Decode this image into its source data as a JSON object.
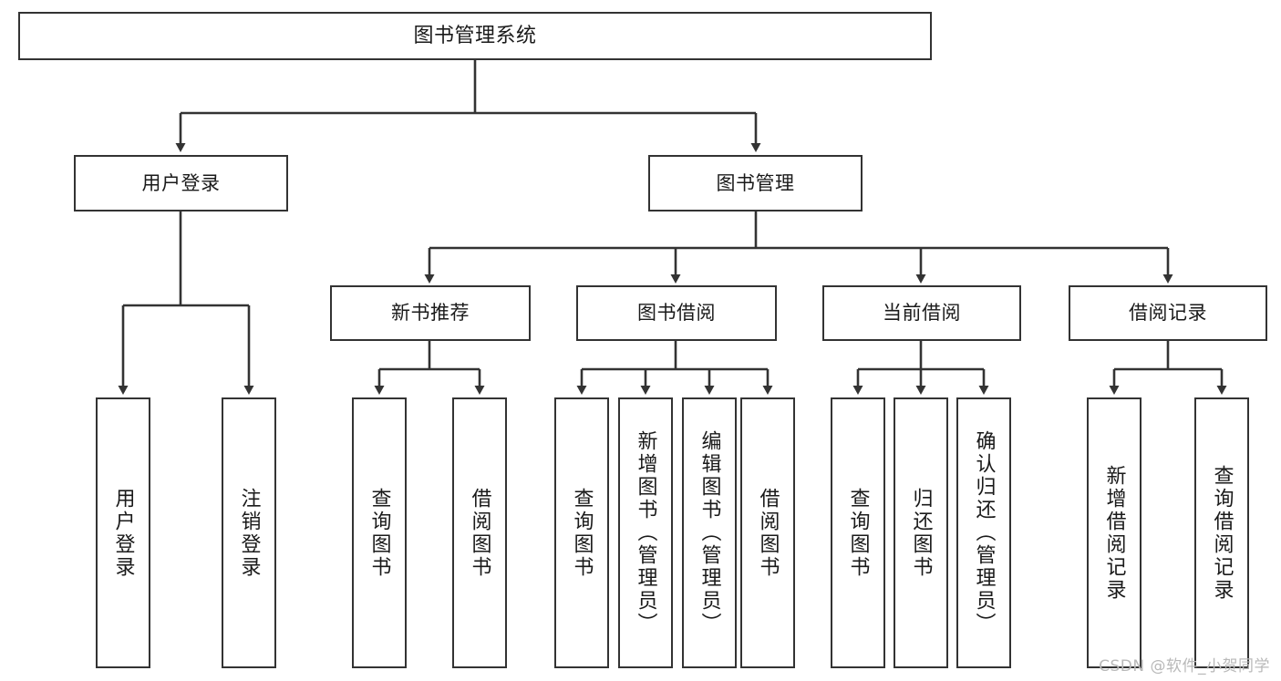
{
  "diagram": {
    "title": "图书管理系统",
    "watermark": "CSDN @软件_小贺同学",
    "line_color": "#333333",
    "box_border_color": "#333333",
    "box_fill_color": "#ffffff",
    "text_color": "#1a1a1a",
    "levels": {
      "root": {
        "label": "图书管理系统"
      },
      "level2": [
        {
          "label": "用户登录"
        },
        {
          "label": "图书管理"
        }
      ],
      "level3": [
        {
          "label": "新书推荐"
        },
        {
          "label": "图书借阅"
        },
        {
          "label": "当前借阅"
        },
        {
          "label": "借阅记录"
        }
      ],
      "leaves": [
        {
          "label": "用户登录",
          "parent": "用户登录"
        },
        {
          "label": "注销登录",
          "parent": "用户登录"
        },
        {
          "label": "查询图书",
          "parent": "新书推荐"
        },
        {
          "label": "借阅图书",
          "parent": "新书推荐"
        },
        {
          "label": "查询图书",
          "parent": "图书借阅"
        },
        {
          "label": "新增图书（管理员）",
          "parent": "图书借阅"
        },
        {
          "label": "编辑图书（管理员）",
          "parent": "图书借阅"
        },
        {
          "label": "借阅图书",
          "parent": "图书借阅"
        },
        {
          "label": "查询图书",
          "parent": "当前借阅"
        },
        {
          "label": "归还图书",
          "parent": "当前借阅"
        },
        {
          "label": "确认归还（管理员）",
          "parent": "当前借阅"
        },
        {
          "label": "新增借阅记录",
          "parent": "借阅记录"
        },
        {
          "label": "查询借阅记录",
          "parent": "借阅记录"
        }
      ]
    }
  }
}
